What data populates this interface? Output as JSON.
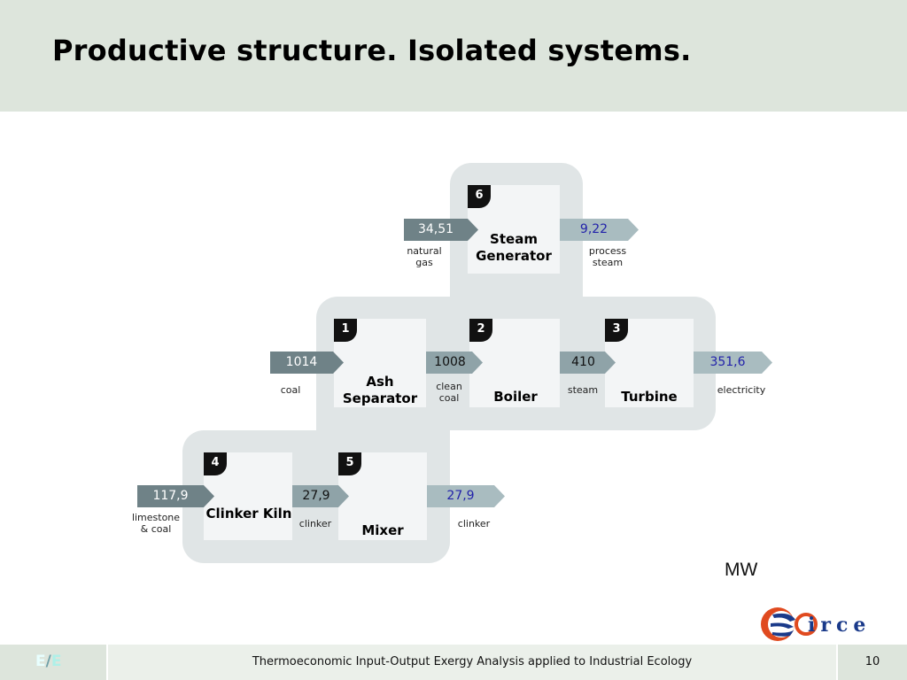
{
  "slide": {
    "title": "Productive structure. Isolated systems.",
    "unit": "MW"
  },
  "processes": [
    {
      "number": "6",
      "name": "Steam Generator"
    },
    {
      "number": "1",
      "name": "Ash Separator"
    },
    {
      "number": "2",
      "name": "Boiler"
    },
    {
      "number": "3",
      "name": "Turbine"
    },
    {
      "number": "4",
      "name": "Clinker Kiln"
    },
    {
      "number": "5",
      "name": "Mixer"
    }
  ],
  "flows": [
    {
      "value": "34,51",
      "label": "natural gas"
    },
    {
      "value": "9,22",
      "label": "process steam"
    },
    {
      "value": "1014",
      "label": "coal"
    },
    {
      "value": "1008",
      "label": "clean coal"
    },
    {
      "value": "410",
      "label": "steam"
    },
    {
      "value": "351,6",
      "label": "electricity"
    },
    {
      "value": "117,9",
      "label": "limestone & coal"
    },
    {
      "value": "27,9",
      "label": "clinker"
    },
    {
      "value": "27,9",
      "label": "clinker"
    }
  ],
  "footer": {
    "brand_e1": "E",
    "brand_slash": "/",
    "brand_e2": "E",
    "text": "Thermoeconomic Input-Output Exergy Analysis applied to Industrial Ecology",
    "page": "10",
    "logo_text": "irce"
  },
  "colors": {
    "header": "#dde5dc",
    "input_arrow": "#6f8287",
    "output_arrow": "#a9bcc0",
    "output_text": "#2222aa"
  }
}
